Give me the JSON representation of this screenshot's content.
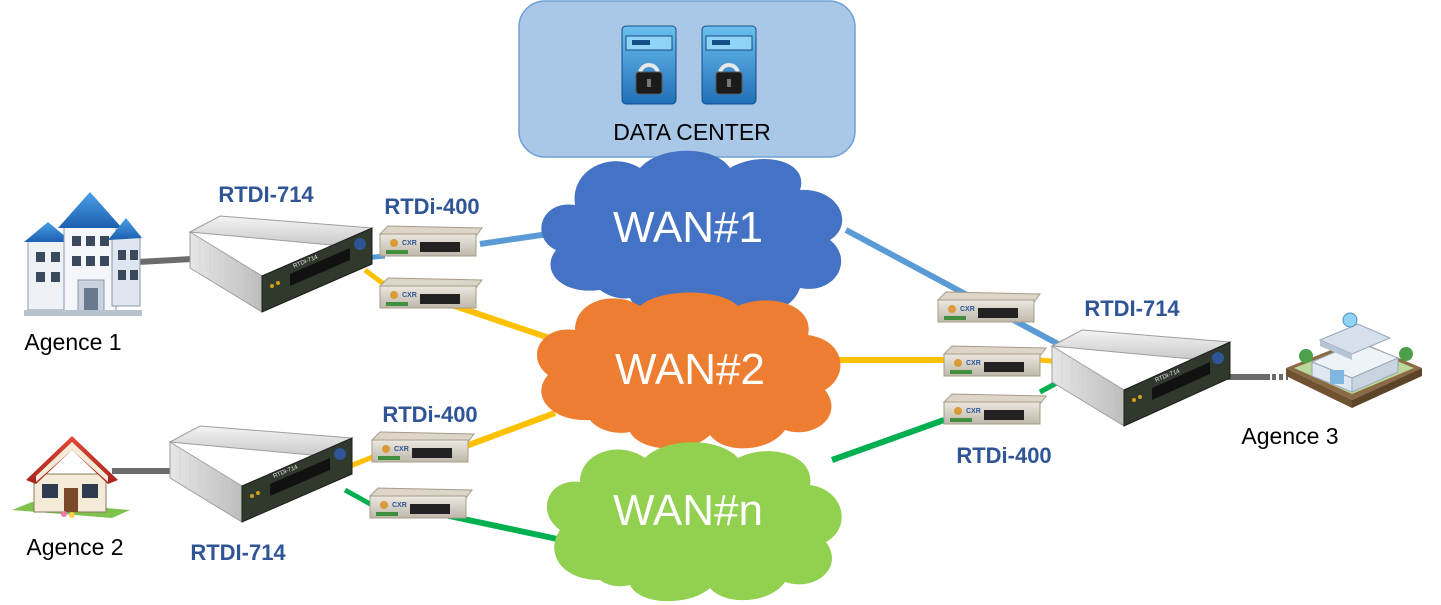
{
  "colors": {
    "wan1": "#4472c4",
    "wan2": "#ed7d31",
    "wann": "#92d050",
    "link_blue": "#5b9bd5",
    "link_yellow": "#ffc000",
    "link_green": "#00b050",
    "link_gray": "#6b6b6b",
    "label_blue": "#2f5597",
    "datacenter_bg": "#a9c8e8"
  },
  "datacenter": {
    "label": "DATA CENTER",
    "icons": [
      "server-lock-icon",
      "server-lock-icon"
    ]
  },
  "clouds": [
    {
      "id": "wan1",
      "label": "WAN#1"
    },
    {
      "id": "wan2",
      "label": "WAN#2"
    },
    {
      "id": "wann",
      "label": "WAN#n"
    }
  ],
  "sites": [
    {
      "id": "agence1",
      "label": "Agence 1",
      "icon": "office-building-icon"
    },
    {
      "id": "agence2",
      "label": "Agence 2",
      "icon": "house-icon"
    },
    {
      "id": "agence3",
      "label": "Agence 3",
      "icon": "shop-building-icon"
    }
  ],
  "devices": {
    "router_label": "RTDI-714",
    "modem_label": "RTDi-400",
    "router_front_text": "RTDI-714",
    "modem_brand": "CXR"
  },
  "labels": {
    "rtdi714_a1": "RTDI-714",
    "rtdi400_a1": "RTDi-400",
    "rtdi714_a2": "RTDI-714",
    "rtdi400_a2": "RTDi-400",
    "rtdi714_a3": "RTDI-714",
    "rtdi400_a3": "RTDi-400"
  }
}
